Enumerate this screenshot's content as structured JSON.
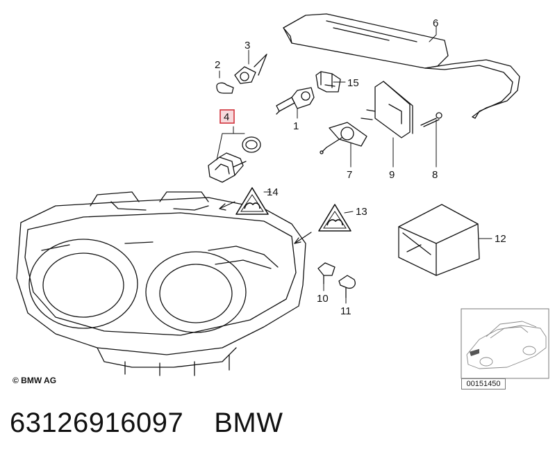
{
  "callouts": [
    {
      "id": "1",
      "text": "1"
    },
    {
      "id": "2",
      "text": "2"
    },
    {
      "id": "3",
      "text": "3"
    },
    {
      "id": "4",
      "text": "4",
      "highlighted": true
    },
    {
      "id": "6",
      "text": "6"
    },
    {
      "id": "7",
      "text": "7"
    },
    {
      "id": "8",
      "text": "8"
    },
    {
      "id": "9",
      "text": "9"
    },
    {
      "id": "10",
      "text": "10"
    },
    {
      "id": "11",
      "text": "11"
    },
    {
      "id": "12",
      "text": "12"
    },
    {
      "id": "13",
      "text": "13"
    },
    {
      "id": "14",
      "text": "14"
    },
    {
      "id": "15",
      "text": "15"
    }
  ],
  "copyright": "© BMW AG",
  "diagram_ref": "00151450",
  "part_number": "63126916097",
  "brand": "BMW",
  "colors": {
    "highlight": "#d0313a",
    "highlight_fill": "#f7d9dc",
    "line": "#111111"
  }
}
